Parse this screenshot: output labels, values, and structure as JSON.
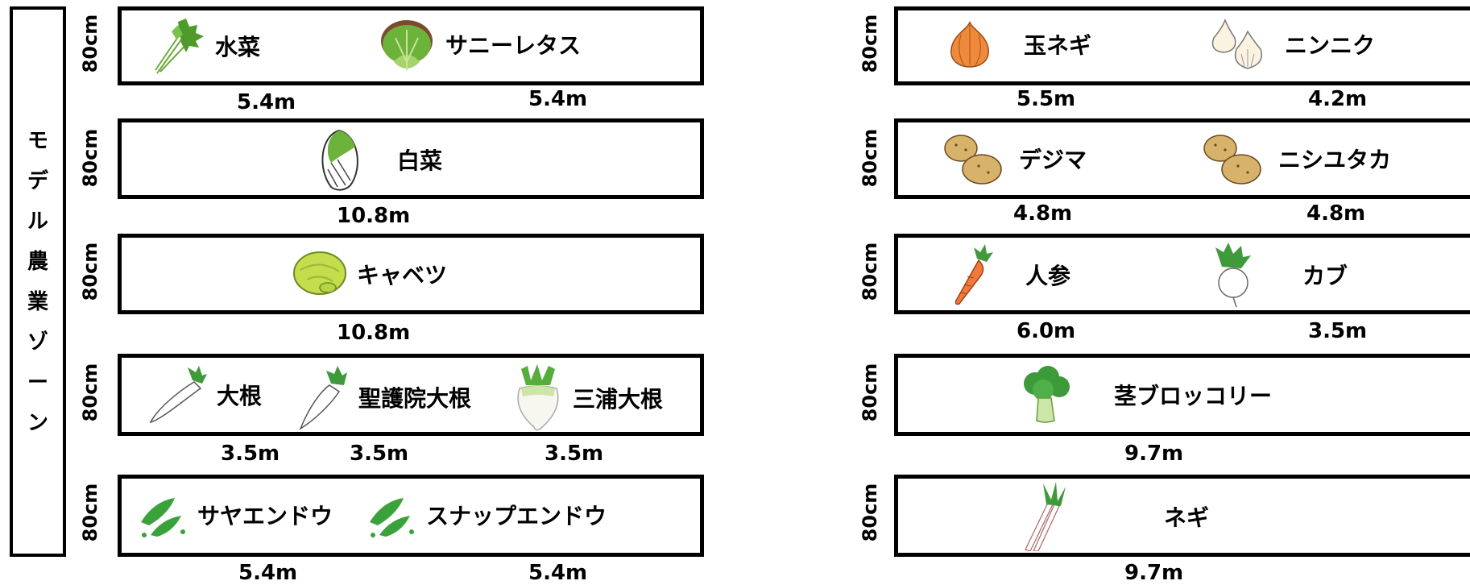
{
  "zone": {
    "label_chars": [
      "モ",
      "デ",
      "ル",
      "農",
      "業",
      "ゾ",
      "ー",
      "ン"
    ]
  },
  "left": {
    "rows": [
      {
        "width": "80cm",
        "items": [
          {
            "name": "水菜",
            "icon": "mizuna-icon"
          },
          {
            "name": "サニーレタス",
            "icon": "lettuce-icon"
          }
        ],
        "lengths": [
          "5.4m",
          "5.4m"
        ]
      },
      {
        "width": "80cm",
        "items": [
          {
            "name": "白菜",
            "icon": "napa-cabbage-icon"
          }
        ],
        "lengths": [
          "10.8m"
        ]
      },
      {
        "width": "80cm",
        "items": [
          {
            "name": "キャベツ",
            "icon": "cabbage-icon"
          }
        ],
        "lengths": [
          "10.8m"
        ]
      },
      {
        "width": "80cm",
        "items": [
          {
            "name": "大根",
            "icon": "daikon-icon"
          },
          {
            "name": "聖護院大根",
            "icon": "shogoin-daikon-icon"
          },
          {
            "name": "三浦大根",
            "icon": "miura-daikon-icon"
          }
        ],
        "lengths": [
          "3.5m",
          "3.5m",
          "3.5m"
        ]
      },
      {
        "width": "80cm",
        "items": [
          {
            "name": "サヤエンドウ",
            "icon": "snow-pea-icon"
          },
          {
            "name": "スナップエンドウ",
            "icon": "snap-pea-icon"
          }
        ],
        "lengths": [
          "5.4m",
          "5.4m"
        ]
      }
    ]
  },
  "right": {
    "rows": [
      {
        "width": "80cm",
        "items": [
          {
            "name": "玉ネギ",
            "icon": "onion-icon"
          },
          {
            "name": "ニンニク",
            "icon": "garlic-icon"
          }
        ],
        "lengths": [
          "5.5m",
          "4.2m"
        ]
      },
      {
        "width": "80cm",
        "items": [
          {
            "name": "デジマ",
            "icon": "potato-icon"
          },
          {
            "name": "ニシユタカ",
            "icon": "potato-icon"
          }
        ],
        "lengths": [
          "4.8m",
          "4.8m"
        ]
      },
      {
        "width": "80cm",
        "items": [
          {
            "name": "人参",
            "icon": "carrot-icon"
          },
          {
            "name": "カブ",
            "icon": "turnip-icon"
          }
        ],
        "lengths": [
          "6.0m",
          "3.5m"
        ]
      },
      {
        "width": "80cm",
        "items": [
          {
            "name": "茎ブロッコリー",
            "icon": "broccoli-icon"
          }
        ],
        "lengths": [
          "9.7m"
        ]
      },
      {
        "width": "80cm",
        "items": [
          {
            "name": "ネギ",
            "icon": "leek-icon"
          }
        ],
        "lengths": [
          "9.7m"
        ]
      }
    ]
  }
}
